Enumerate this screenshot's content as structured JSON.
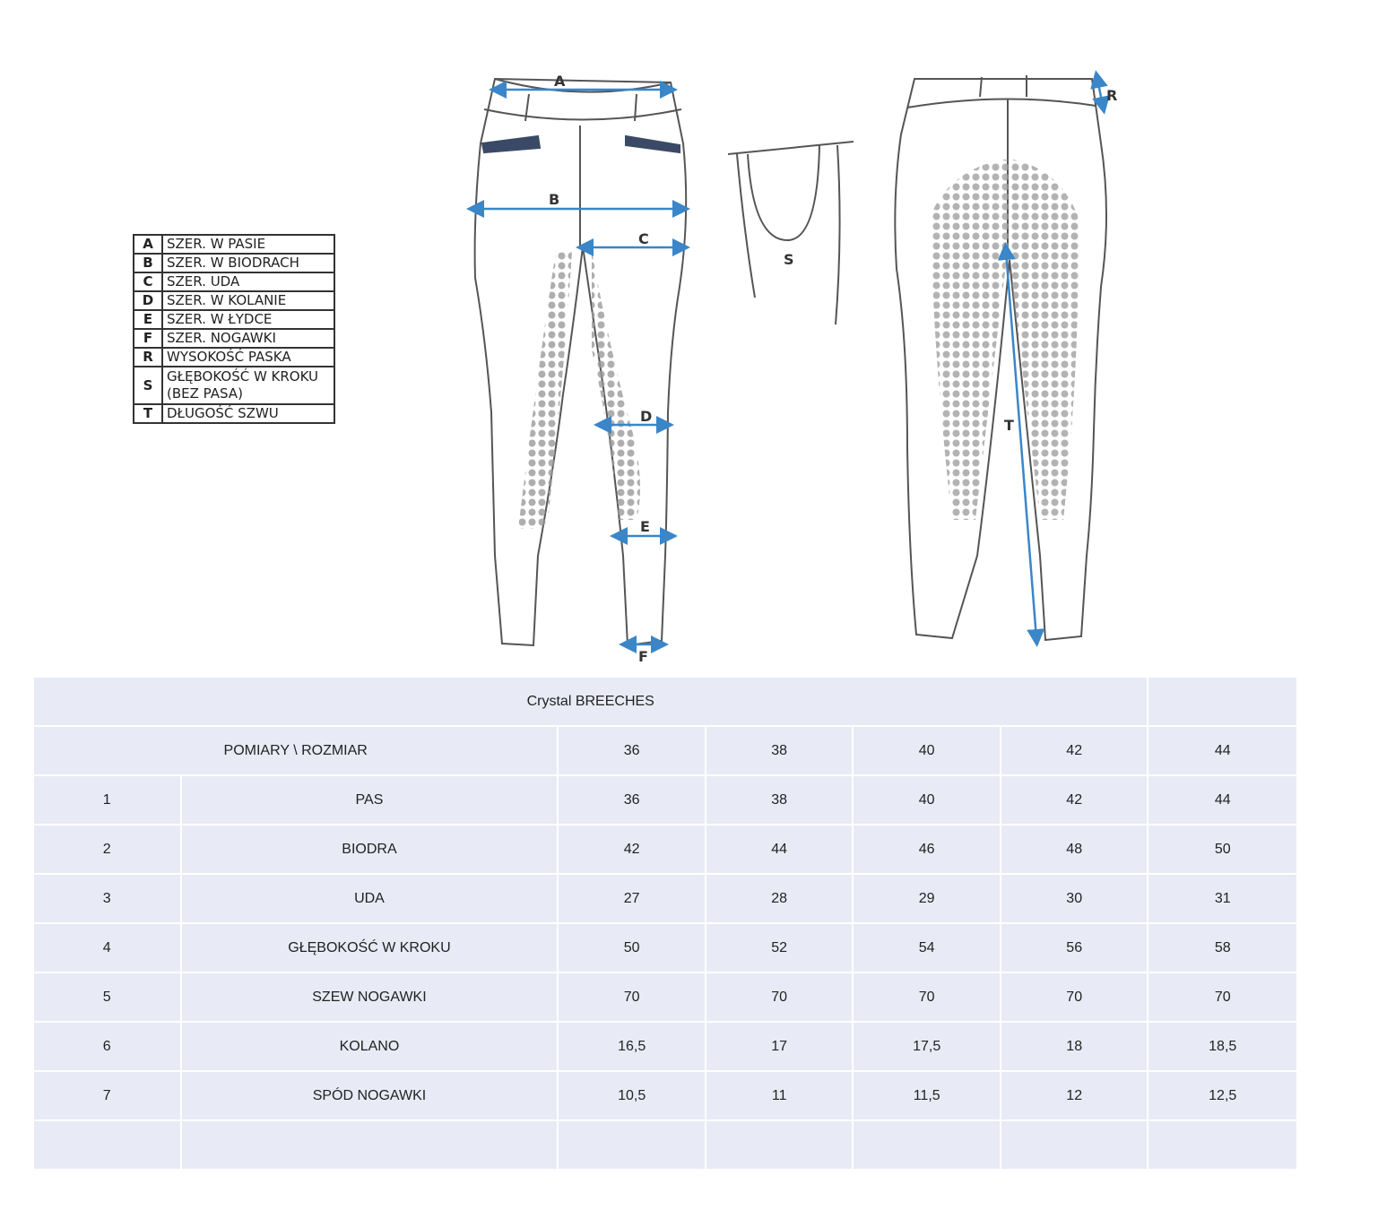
{
  "legend": [
    {
      "key": "A",
      "label": "SZER. W PASIE"
    },
    {
      "key": "B",
      "label": "SZER. W BIODRACH"
    },
    {
      "key": "C",
      "label": "SZER. UDA"
    },
    {
      "key": "D",
      "label": "SZER. W KOLANIE"
    },
    {
      "key": "E",
      "label": "SZER. W ŁYDCE"
    },
    {
      "key": "F",
      "label": "SZER. NOGAWKI"
    },
    {
      "key": "R",
      "label": "WYSOKOŚĆ PASKA"
    },
    {
      "key": "S",
      "label": "GŁĘBOKOŚĆ W KROKU",
      "label2": "(BEZ PASA)"
    },
    {
      "key": "T",
      "label": "DŁUGOŚĆ SZWU"
    }
  ],
  "diagram_labels": {
    "a": "A",
    "b": "B",
    "c": "C",
    "d": "D",
    "e": "E",
    "f": "F",
    "r": "R",
    "s": "S",
    "t": "T"
  },
  "colors": {
    "accent": "#3a86c8",
    "table_bg": "#e8ebf5",
    "outline": "#555555"
  },
  "table": {
    "title": "Crystal BREECHES",
    "header_label": "POMIARY \\ ROZMIAR",
    "sizes": [
      "36",
      "38",
      "40",
      "42",
      "44"
    ],
    "rows": [
      {
        "num": "1",
        "label": "PAS",
        "values": [
          "36",
          "38",
          "40",
          "42",
          "44"
        ]
      },
      {
        "num": "2",
        "label": "BIODRA",
        "values": [
          "42",
          "44",
          "46",
          "48",
          "50"
        ]
      },
      {
        "num": "3",
        "label": "UDA",
        "values": [
          "27",
          "28",
          "29",
          "30",
          "31"
        ]
      },
      {
        "num": "4",
        "label": "GŁĘBOKOŚĆ W KROKU",
        "values": [
          "50",
          "52",
          "54",
          "56",
          "58"
        ]
      },
      {
        "num": "5",
        "label": "SZEW NOGAWKI",
        "values": [
          "70",
          "70",
          "70",
          "70",
          "70"
        ]
      },
      {
        "num": "6",
        "label": "KOLANO",
        "values": [
          "16,5",
          "17",
          "17,5",
          "18",
          "18,5"
        ]
      },
      {
        "num": "7",
        "label": "SPÓD NOGAWKI",
        "values": [
          "10,5",
          "11",
          "11,5",
          "12",
          "12,5"
        ]
      }
    ]
  }
}
